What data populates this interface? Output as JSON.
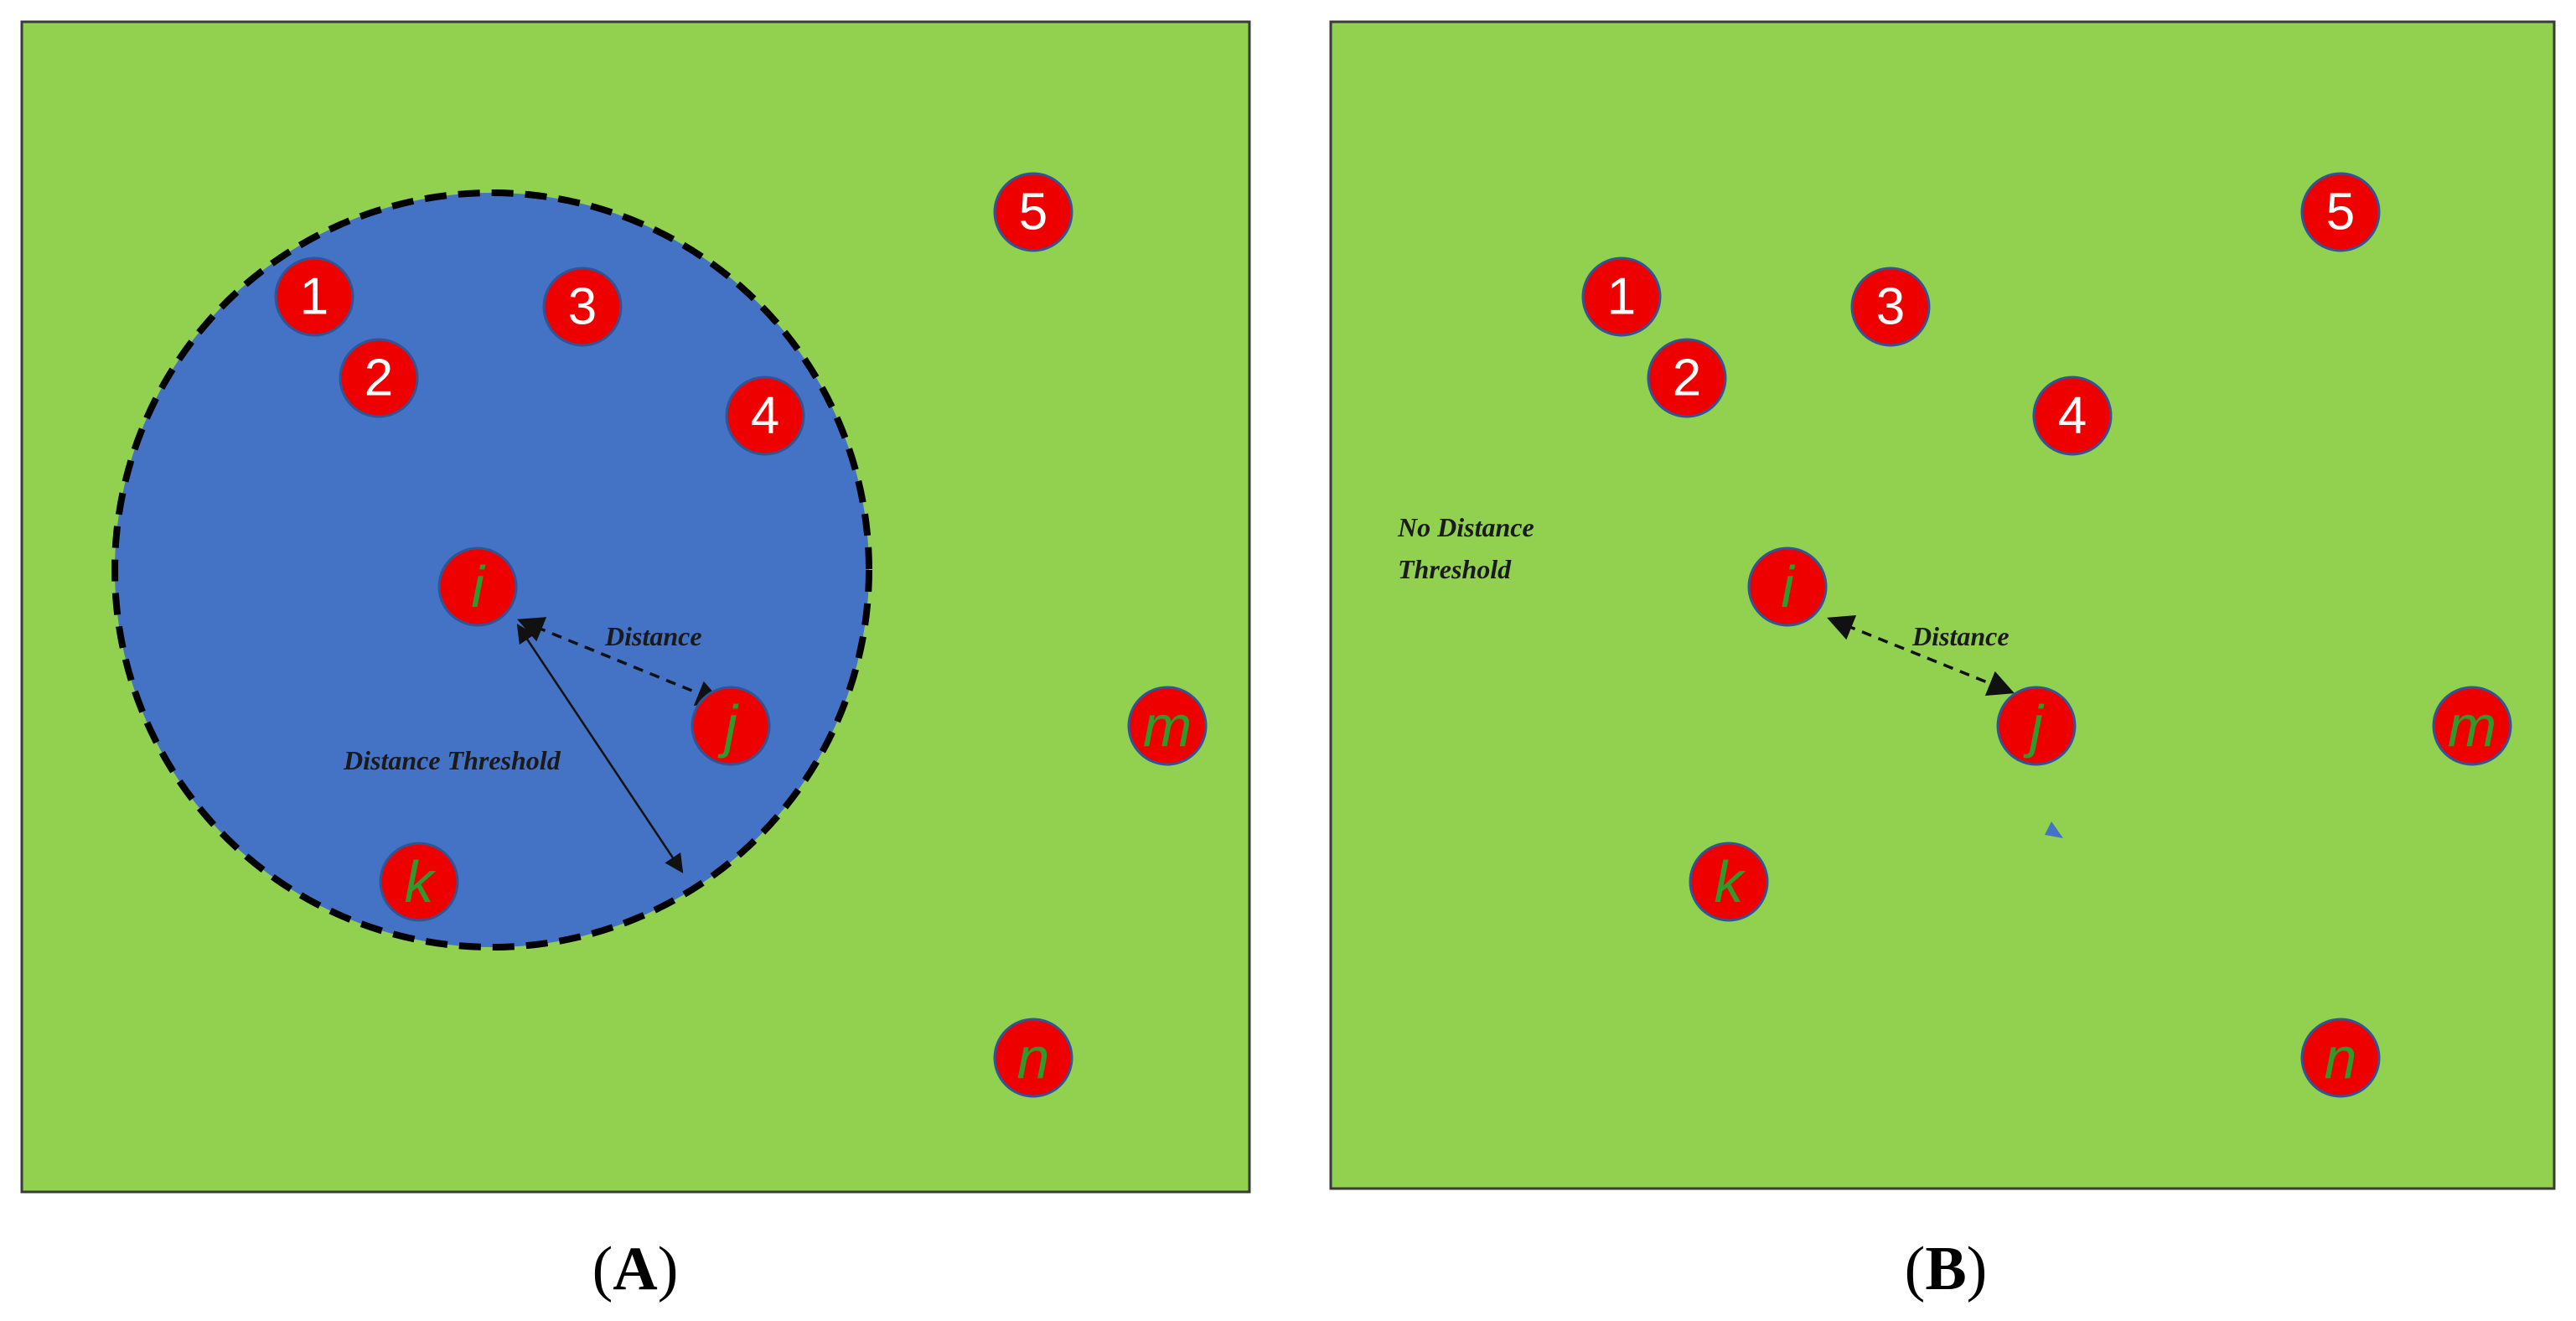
{
  "colors": {
    "background": "#ffffff",
    "field": "#92d050",
    "threshold_zone": "#4472c4",
    "node": "#ee0000",
    "node_stroke": "#2f5597",
    "number_text": "#ffffff",
    "variable_text": "#2e9a2e"
  },
  "panels": [
    {
      "caption_open": "(",
      "caption_letter": "A",
      "caption_close": ")",
      "has_threshold": true,
      "distance_label": "Distance",
      "threshold_label": "Distance Threshold",
      "nodes": [
        {
          "id": "1",
          "label": "1",
          "kind": "number"
        },
        {
          "id": "2",
          "label": "2",
          "kind": "number"
        },
        {
          "id": "3",
          "label": "3",
          "kind": "number"
        },
        {
          "id": "4",
          "label": "4",
          "kind": "number"
        },
        {
          "id": "5",
          "label": "5",
          "kind": "number"
        },
        {
          "id": "i",
          "label": "i",
          "kind": "variable"
        },
        {
          "id": "j",
          "label": "j",
          "kind": "variable"
        },
        {
          "id": "k",
          "label": "k",
          "kind": "variable"
        },
        {
          "id": "m",
          "label": "m",
          "kind": "variable"
        },
        {
          "id": "n",
          "label": "n",
          "kind": "variable"
        }
      ]
    },
    {
      "caption_open": "(",
      "caption_letter": "B",
      "caption_close": ")",
      "has_threshold": false,
      "distance_label": "Distance",
      "no_threshold_line1": "No Distance",
      "no_threshold_line2": "Threshold",
      "nodes": [
        {
          "id": "1",
          "label": "1",
          "kind": "number"
        },
        {
          "id": "2",
          "label": "2",
          "kind": "number"
        },
        {
          "id": "3",
          "label": "3",
          "kind": "number"
        },
        {
          "id": "4",
          "label": "4",
          "kind": "number"
        },
        {
          "id": "5",
          "label": "5",
          "kind": "number"
        },
        {
          "id": "i",
          "label": "i",
          "kind": "variable"
        },
        {
          "id": "j",
          "label": "j",
          "kind": "variable"
        },
        {
          "id": "k",
          "label": "k",
          "kind": "variable"
        },
        {
          "id": "m",
          "label": "m",
          "kind": "variable"
        },
        {
          "id": "n",
          "label": "n",
          "kind": "variable"
        }
      ]
    }
  ]
}
